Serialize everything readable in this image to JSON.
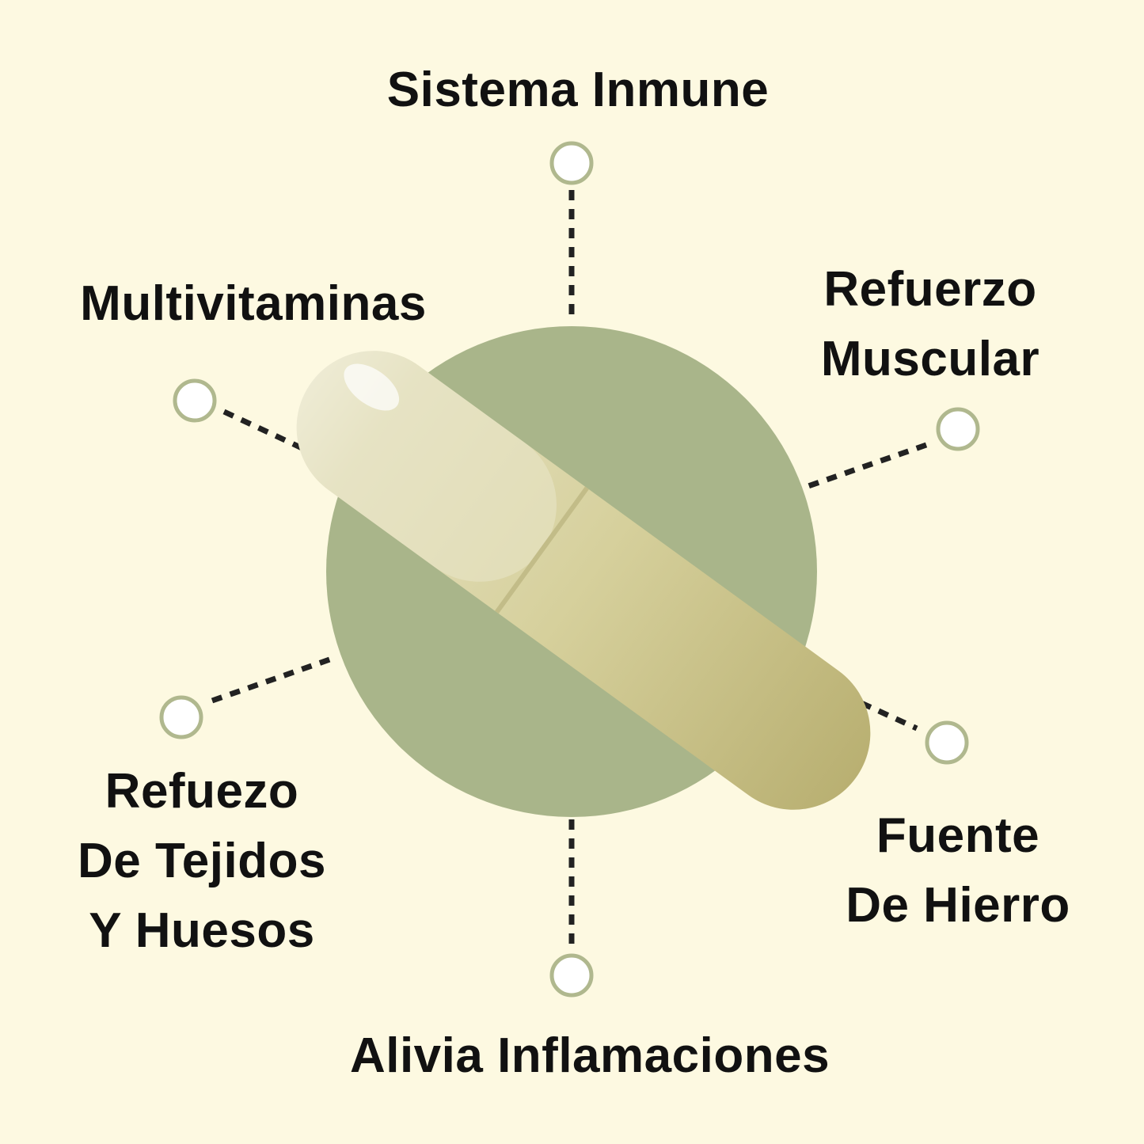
{
  "colors": {
    "background": "#fdf9e1",
    "circle": "#a9b58a",
    "node_ring": "#b0b88e",
    "capsule": "#d9d4a2"
  },
  "benefits": [
    {
      "id": "top",
      "lines": [
        "Sistema Inmune"
      ]
    },
    {
      "id": "top-left",
      "lines": [
        "Multivitaminas"
      ]
    },
    {
      "id": "top-right",
      "lines": [
        "Refuerzo",
        "Muscular"
      ]
    },
    {
      "id": "bottom-left",
      "lines": [
        "Refuezo",
        "De Tejidos",
        "Y Huesos"
      ]
    },
    {
      "id": "bottom-right",
      "lines": [
        "Fuente",
        "De Hierro"
      ]
    },
    {
      "id": "bottom",
      "lines": [
        "Alivia Inflamaciones"
      ]
    }
  ]
}
